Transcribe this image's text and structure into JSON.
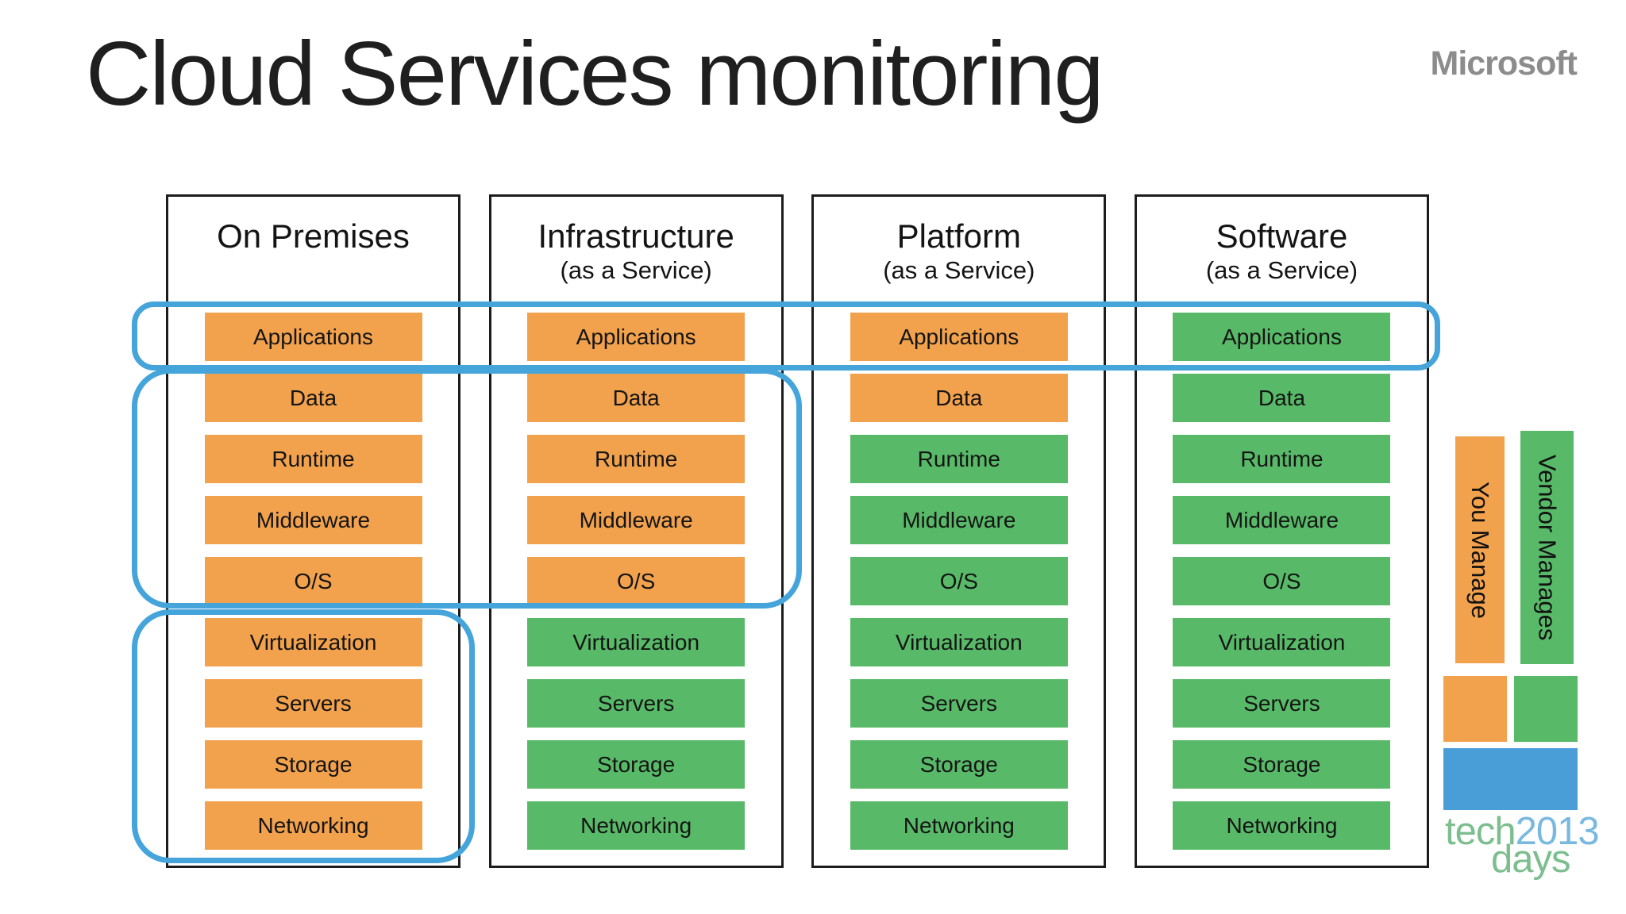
{
  "slide": {
    "title": "Cloud Services monitoring"
  },
  "branding": {
    "microsoft_logo": "Microsoft",
    "techdays_logo": {
      "tech": "tech",
      "year": "2013",
      "days": "days"
    }
  },
  "legend": {
    "you_manage": "You Manage",
    "vendor_manages": "Vendor Manages"
  },
  "colors": {
    "you_manage_orange": "#f2a24d",
    "vendor_manages_green": "#58ba68",
    "annotation_blue": "#45a5db",
    "logo_blue": "#4a9ed8",
    "microsoft_gray": "#8c8c8c"
  },
  "columns": [
    {
      "header": "On Premises",
      "subtitle": "",
      "rows": [
        {
          "label": "Applications",
          "color": "orange"
        },
        {
          "label": "Data",
          "color": "orange"
        },
        {
          "label": "Runtime",
          "color": "orange"
        },
        {
          "label": "Middleware",
          "color": "orange"
        },
        {
          "label": "O/S",
          "color": "orange"
        },
        {
          "label": "Virtualization",
          "color": "orange"
        },
        {
          "label": "Servers",
          "color": "orange"
        },
        {
          "label": "Storage",
          "color": "orange"
        },
        {
          "label": "Networking",
          "color": "orange"
        }
      ]
    },
    {
      "header": "Infrastructure",
      "subtitle": "(as a Service)",
      "rows": [
        {
          "label": "Applications",
          "color": "orange"
        },
        {
          "label": "Data",
          "color": "orange"
        },
        {
          "label": "Runtime",
          "color": "orange"
        },
        {
          "label": "Middleware",
          "color": "orange"
        },
        {
          "label": "O/S",
          "color": "orange"
        },
        {
          "label": "Virtualization",
          "color": "green"
        },
        {
          "label": "Servers",
          "color": "green"
        },
        {
          "label": "Storage",
          "color": "green"
        },
        {
          "label": "Networking",
          "color": "green"
        }
      ]
    },
    {
      "header": "Platform",
      "subtitle": "(as a Service)",
      "rows": [
        {
          "label": "Applications",
          "color": "orange"
        },
        {
          "label": "Data",
          "color": "orange"
        },
        {
          "label": "Runtime",
          "color": "green"
        },
        {
          "label": "Middleware",
          "color": "green"
        },
        {
          "label": "O/S",
          "color": "green"
        },
        {
          "label": "Virtualization",
          "color": "green"
        },
        {
          "label": "Servers",
          "color": "green"
        },
        {
          "label": "Storage",
          "color": "green"
        },
        {
          "label": "Networking",
          "color": "green"
        }
      ]
    },
    {
      "header": "Software",
      "subtitle": "(as a Service)",
      "rows": [
        {
          "label": "Applications",
          "color": "green"
        },
        {
          "label": "Data",
          "color": "green"
        },
        {
          "label": "Runtime",
          "color": "green"
        },
        {
          "label": "Middleware",
          "color": "green"
        },
        {
          "label": "O/S",
          "color": "green"
        },
        {
          "label": "Virtualization",
          "color": "green"
        },
        {
          "label": "Servers",
          "color": "green"
        },
        {
          "label": "Storage",
          "color": "green"
        },
        {
          "label": "Networking",
          "color": "green"
        }
      ]
    }
  ]
}
